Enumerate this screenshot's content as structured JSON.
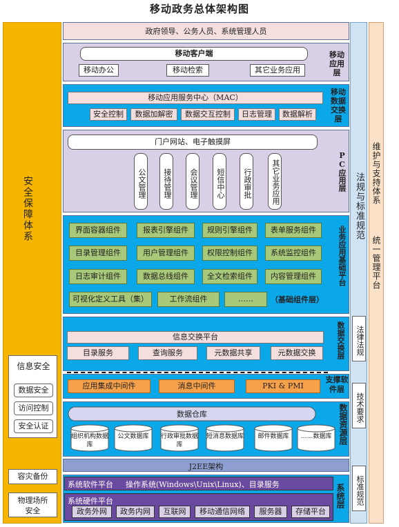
{
  "title": "移动政务总体架构图",
  "security": {
    "title": "安全保障体系",
    "info_title": "信息安全",
    "info_items": [
      "数据安全",
      "访问控制",
      "安全认证"
    ],
    "backup": "容灾备份",
    "physical": "物理场所安全"
  },
  "users": "政府领导、公务人员、系统管理人员",
  "mobile_layer": {
    "label": "移动应用层",
    "client": "移动客户端",
    "items": [
      "移动办公",
      "移动检索",
      "其它业务应用"
    ]
  },
  "mac_layer": {
    "label": "移动数据交换层",
    "center": "移动应用服务中心（MAC）",
    "items": [
      "安全控制",
      "数据加解密",
      "数据交互控制",
      "日志管理",
      "数据解析"
    ]
  },
  "pc_layer": {
    "label": "PC应用层",
    "portal": "门户网站、电子触摸屏",
    "apps": [
      "公文管理",
      "接待管理",
      "会议管理",
      "短信中心",
      "行政审批",
      "其它业务应用"
    ]
  },
  "biz_platform": {
    "label": "业务应用基础平台",
    "rows": [
      [
        "界面容器组件",
        "报表引擎组件",
        "规则引擎组件",
        "表单服务组件"
      ],
      [
        "目录管理组件",
        "用户管理组件",
        "权限控制组件",
        "系统监控组件"
      ],
      [
        "日志审计组件",
        "数据总线组件",
        "全文检索组件",
        "内容管理组件"
      ]
    ],
    "last_row": [
      "可视化定义工具（集）",
      "工作流组件",
      "……"
    ],
    "last_note": "（基础组件层）"
  },
  "exchange_layer": {
    "label": "数据交换层",
    "platform": "信息交换平台",
    "items": [
      "目录服务",
      "查询服务",
      "元数据共享",
      "元数据交换"
    ]
  },
  "support_layer": {
    "label": "支撑软件层",
    "items": [
      "应用集成中间件",
      "消息中间件",
      "PKI & PMI"
    ]
  },
  "data_layer": {
    "label": "数据资源层",
    "warehouse": "数据仓库",
    "dbs": [
      "组织机构数据库",
      "公文数据库",
      "行政审批数据库",
      "短消息数据库",
      "邮件数据库",
      "……数据库"
    ]
  },
  "j2ee": "J2EE架构",
  "system_layer": {
    "label": "系统层",
    "software_label": "系统软件平台",
    "software_text": "操作系统(Windows\\Unix\\Linux)、目录服务",
    "hardware_label": "系统硬件平台",
    "hardware_items": [
      "政务外网",
      "政务内网",
      "互联网",
      "移动通信网络",
      "服务器",
      "存储平台"
    ]
  },
  "law": {
    "title": "法规与标准规范",
    "items": [
      "法律法规",
      "技术要求",
      "标准规范"
    ]
  },
  "maintenance": "维护与支持体系",
  "mgmt": "统一管理平台"
}
